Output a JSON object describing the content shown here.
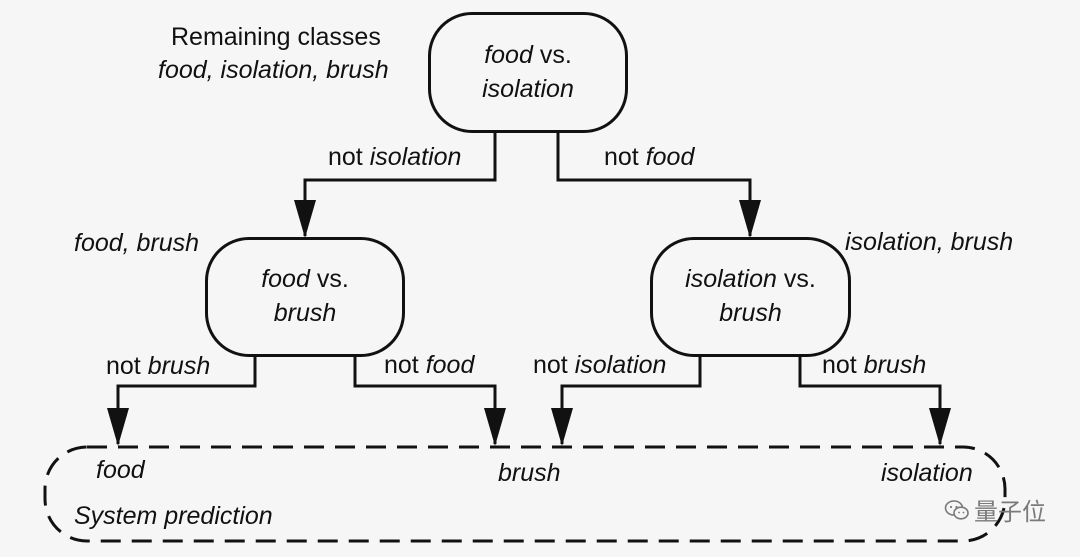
{
  "header": {
    "line1": "Remaining classes",
    "line2": "food, isolation, brush"
  },
  "nodes": {
    "root": {
      "l1_it": "food",
      "l1_rest": " vs.",
      "l2_it": "isolation"
    },
    "left": {
      "l1_it": "food",
      "l1_rest": " vs.",
      "l2_it": "brush"
    },
    "right": {
      "l1_it": "isolation",
      "l1_rest": " vs.",
      "l2_it": "brush"
    }
  },
  "group_labels": {
    "left": "food, brush",
    "right": "isolation, brush"
  },
  "edges": {
    "root_left": {
      "not": "not ",
      "cls": "isolation"
    },
    "root_right": {
      "not": "not ",
      "cls": "food"
    },
    "left_left": {
      "not": "not ",
      "cls": "brush"
    },
    "left_right": {
      "not": "not ",
      "cls": "food"
    },
    "right_left": {
      "not": "not ",
      "cls": "isolation"
    },
    "right_right": {
      "not": "not ",
      "cls": "brush"
    }
  },
  "outputs": {
    "food": "food",
    "brush": "brush",
    "isolation": "isolation"
  },
  "system_label": "System prediction",
  "watermark": {
    "text": "量子位",
    "icon": "wechat-icon"
  }
}
